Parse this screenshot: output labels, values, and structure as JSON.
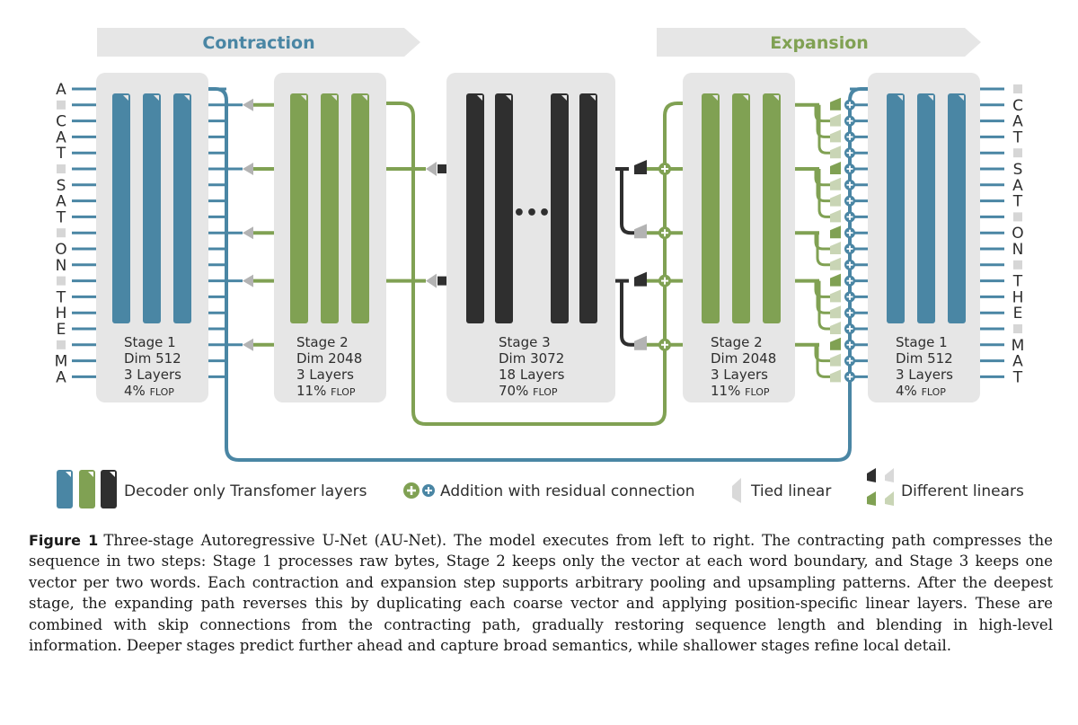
{
  "colors": {
    "stage1": "#4a86a4",
    "stage2": "#80a153",
    "stage3": "#2f2f2f",
    "panel": "#e6e6e6",
    "light_green": "#c9d5b5",
    "light_gray": "#b3b3b3"
  },
  "header": {
    "contraction": "Contraction",
    "expansion": "Expansion"
  },
  "stages": [
    {
      "name": "Stage 1",
      "dim": "Dim 512",
      "layers": "3 Layers",
      "flop_pct": "4%",
      "flop_unit": "FLOP"
    },
    {
      "name": "Stage 2",
      "dim": "Dim 2048",
      "layers": "3 Layers",
      "flop_pct": "11%",
      "flop_unit": "FLOP"
    },
    {
      "name": "Stage 3",
      "dim": "Dim 3072",
      "layers": "18 Layers",
      "flop_pct": "70%",
      "flop_unit": "FLOP"
    },
    {
      "name": "Stage 2",
      "dim": "Dim 2048",
      "layers": "3 Layers",
      "flop_pct": "11%",
      "flop_unit": "FLOP"
    },
    {
      "name": "Stage 1",
      "dim": "Dim 512",
      "layers": "3 Layers",
      "flop_pct": "4%",
      "flop_unit": "FLOP"
    }
  ],
  "ellipsis": "•••",
  "input_tokens": [
    "A",
    "",
    "C",
    "A",
    "T",
    "",
    "S",
    "A",
    "T",
    "",
    "O",
    "N",
    "",
    "T",
    "H",
    "E",
    "",
    "M",
    "A"
  ],
  "output_tokens": [
    "",
    "C",
    "A",
    "T",
    "",
    "S",
    "A",
    "T",
    "",
    "O",
    "N",
    "",
    "T",
    "H",
    "E",
    "",
    "M",
    "A",
    "T"
  ],
  "legend": {
    "layers": "Decoder only Transfomer layers",
    "addition": "Addition with residual connection",
    "tied": "Tied linear",
    "different": "Different linears"
  },
  "caption": {
    "label": "Figure 1",
    "text": "Three-stage Autoregressive U-Net (AU-Net). The model executes from left to right. The contracting path compresses the sequence in two steps: Stage 1 processes raw bytes, Stage 2 keeps only the vector at each word boundary, and Stage 3 keeps one vector per two words. Each contraction and expansion step supports arbitrary pooling and upsampling patterns. After the deepest stage, the expanding path reverses this by duplicating each coarse vector and applying position-specific linear layers. These are combined with skip connections from the contracting path, gradually restoring sequence length and blending in high-level information. Deeper stages predict further ahead and capture broad semantics, while shallower stages refine local detail."
  }
}
